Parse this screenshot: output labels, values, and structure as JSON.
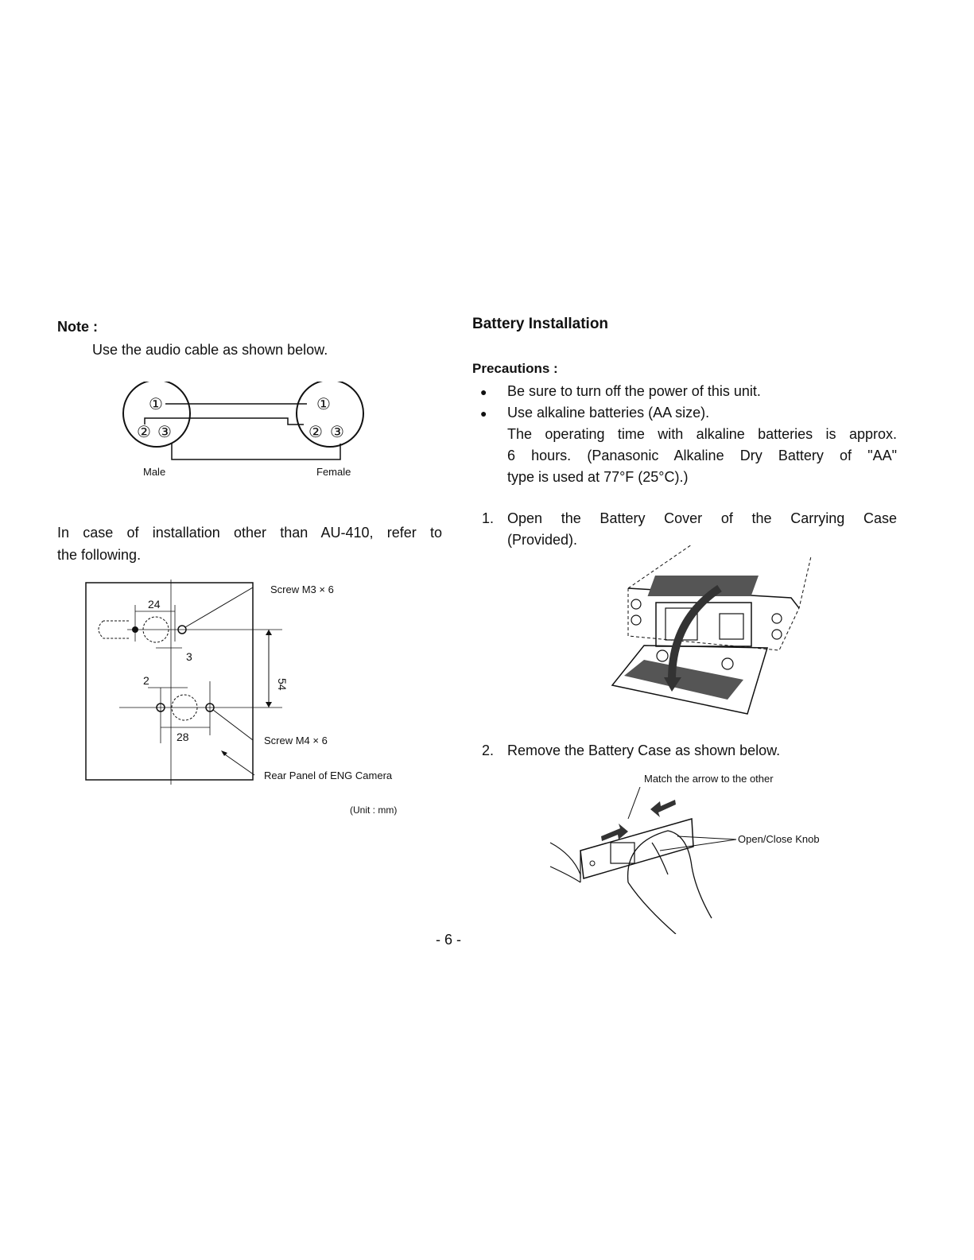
{
  "left": {
    "note_label": "Note :",
    "note_text": "Use the audio cable as shown below.",
    "cable": {
      "male_label": "Male",
      "female_label": "Female",
      "pin1": "①",
      "pin2": "②",
      "pin3": "③"
    },
    "install_line1": "In case of installation other than AU-410, refer to",
    "install_line2": "the following.",
    "mount": {
      "screw_m3": "Screw M3 × 6",
      "screw_m4": "Screw M4 × 6",
      "rear_panel": "Rear Panel of ENG Camera",
      "unit": "(Unit : mm)",
      "dim_24": "24",
      "dim_3": "3",
      "dim_2": "2",
      "dim_28": "28",
      "dim_54": "54"
    }
  },
  "right": {
    "title": "Battery Installation",
    "precautions_label": "Precautions :",
    "bullet1": "Be sure to turn off the power of this unit.",
    "bullet2": "Use alkaline batteries (AA size).",
    "bullet2_cont1": "The operating time with alkaline batteries is approx.",
    "bullet2_cont2": "6 hours. (Panasonic Alkaline Dry Battery of \"AA\"",
    "bullet2_cont3": "type is used at 77°F (25°C).)",
    "step1_num": "1.",
    "step1_line1": "Open the Battery Cover of the Carrying Case",
    "step1_line2": "(Provided).",
    "step2_num": "2.",
    "step2_text": "Remove the Battery Case as shown below.",
    "arrow_note": "Match the arrow to the other",
    "knob_label": "Open/Close Knob"
  },
  "page_number": "- 6 -"
}
